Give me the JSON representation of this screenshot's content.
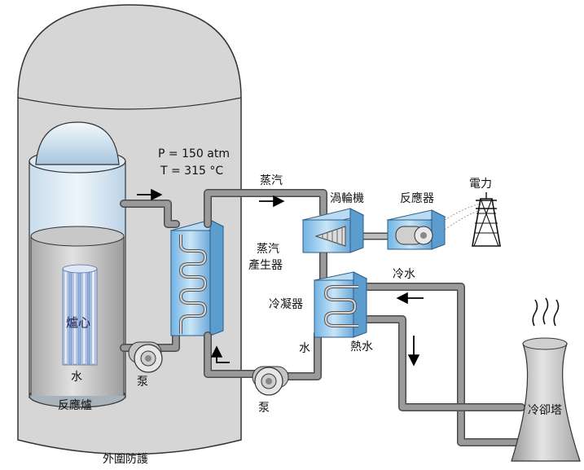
{
  "labels": {
    "containment": "外圍防護",
    "reactor_vessel": "反應爐",
    "core": "爐心",
    "water_vessel": "水",
    "pump_primary": "泵",
    "pressure": "P = 150 atm",
    "temperature": "T = 315 °C",
    "steam_generator_line1": "蒸汽",
    "steam_generator_line2": "產生器",
    "steam": "蒸汽",
    "turbine": "渦輪機",
    "generator": "反應器",
    "electricity": "電力",
    "cold_water": "冷水",
    "condenser": "冷凝器",
    "water_condenser": "水",
    "hot_water": "熱水",
    "pump_secondary": "泵",
    "cooling_tower": "冷卻塔"
  },
  "colors": {
    "containment_fill": "#d6d6d6",
    "pipe": "#9a9a9a",
    "pipe_stroke": "#4a4a4a",
    "exchanger_blue": "#8ec5ea",
    "core_blue": "#a8c8ec",
    "arrow": "#000000"
  }
}
